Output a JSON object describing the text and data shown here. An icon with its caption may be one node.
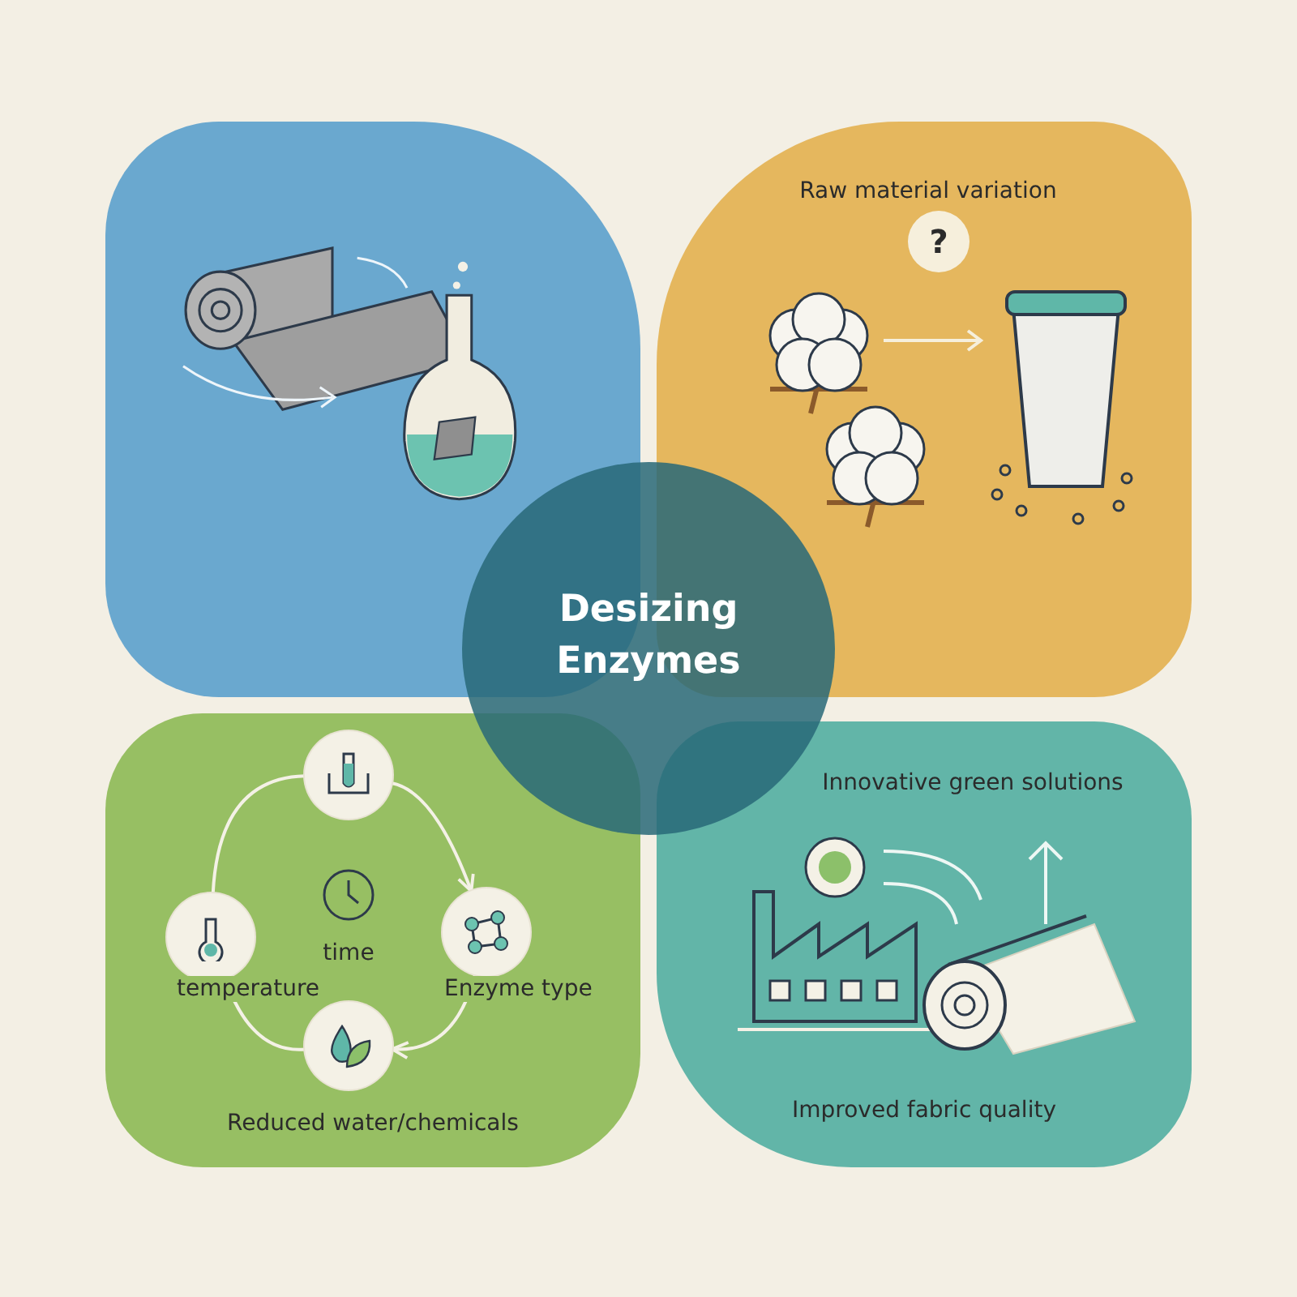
{
  "diagram": {
    "nodes": [
      {
        "text": [],
        "shape": "picture"
      },
      {
        "text": [
          "Raw material variation"
        ]
      },
      {
        "text": [
          "Desizing Enzymes"
        ]
      },
      {
        "text": [
          "Reduced water/chemicals"
        ]
      },
      {
        "text": [],
        "shape": "circle",
        "in": 3
      },
      {
        "text": [],
        "shape": "circle",
        "in": 3,
        "beside": [
          "temperature"
        ]
      },
      {
        "text": [],
        "shape": "circle",
        "in": 3,
        "beside": [
          "Enzyme type"
        ]
      },
      {
        "text": [],
        "shape": "circle",
        "in": 3
      },
      {
        "text": [
          "Innovative green solutions",
          "Improved fabric quality"
        ]
      }
    ],
    "edges": [
      {
        "from": 4,
        "to": 6,
        "arrow": "to"
      },
      {
        "from": 6,
        "to": 7,
        "arrow": "to"
      },
      {
        "from": 7,
        "to": 5,
        "arrow": "none"
      },
      {
        "from": 5,
        "to": 4,
        "arrow": "none"
      }
    ],
    "labels": [
      "?",
      "time"
    ]
  }
}
